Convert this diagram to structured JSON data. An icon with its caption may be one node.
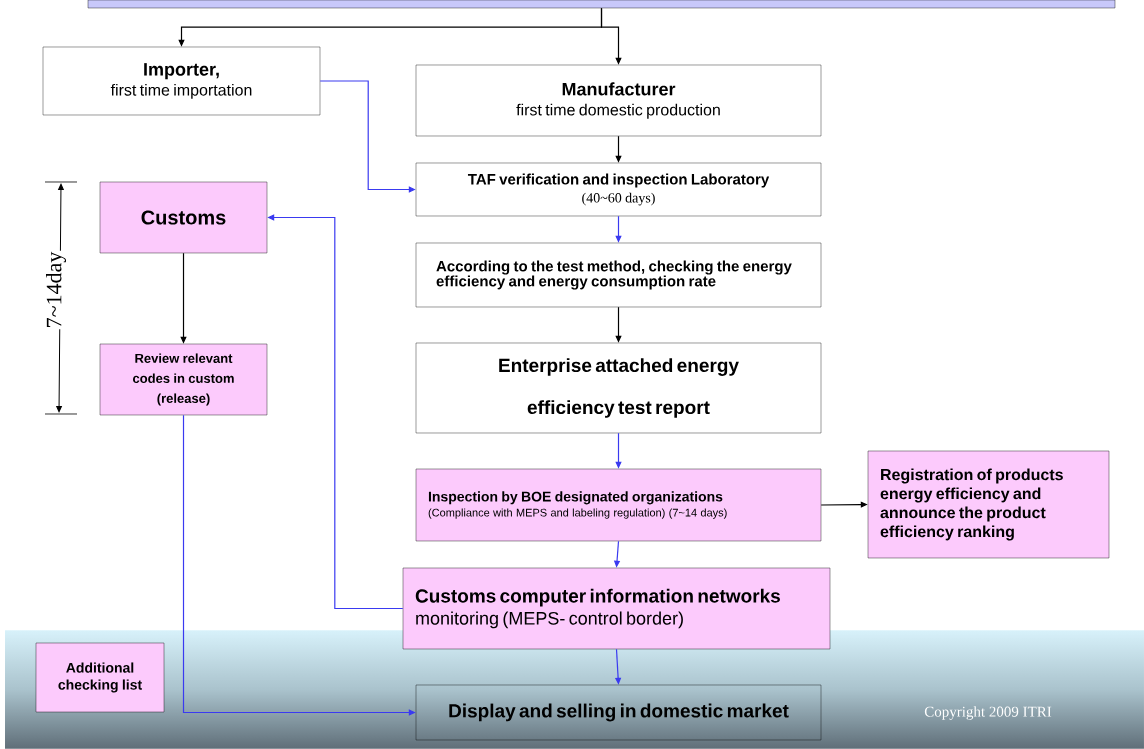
{
  "diagram": {
    "nodes": [
      {
        "text": [],
        "shape": "box"
      },
      {
        "text": [
          "Importer,",
          "first time importation"
        ]
      },
      {
        "text": [
          "Manufacturer",
          "first time domestic production"
        ]
      },
      {
        "text": [
          "TAF verification and inspection Laboratory",
          "(40~60 days)"
        ]
      },
      {
        "text": [
          "According to the test method, checking the energy efficiency and energy consumption rate"
        ]
      },
      {
        "text": [
          "Enterprise attached energy efficiency test report"
        ]
      },
      {
        "text": [
          "Customs"
        ]
      },
      {
        "text": [
          "Review relevant codes in custom (release)"
        ]
      },
      {
        "text": [
          "Inspection by BOE designated organizations",
          "(Compliance with MEPS and labeling regulation) (7~14 days)"
        ]
      },
      {
        "text": [
          "Registration of products energy efficiency and announce the product efficiency ranking"
        ]
      },
      {
        "text": [
          "Customs computer information networks",
          "monitoring (MEPS- control border)"
        ]
      },
      {
        "text": [
          "Additional checking list"
        ]
      },
      {
        "text": [
          "Display and selling in domestic market"
        ]
      }
    ],
    "edges": [
      {
        "from": 0,
        "to": 1,
        "arrow": "to",
        "color": "#000000"
      },
      {
        "from": 0,
        "to": 2,
        "arrow": "to",
        "color": "#000000"
      },
      {
        "from": 1,
        "to": 3,
        "arrow": "to",
        "color": "#3a3af0"
      },
      {
        "from": 2,
        "to": 3,
        "arrow": "to",
        "color": "#000000"
      },
      {
        "from": 3,
        "to": 4,
        "arrow": "to",
        "color": "#3a3af0"
      },
      {
        "from": 4,
        "to": 5,
        "arrow": "to",
        "color": "#000000"
      },
      {
        "from": 5,
        "to": 8,
        "arrow": "to",
        "color": "#3a3af0"
      },
      {
        "from": 8,
        "to": 9,
        "arrow": "to",
        "color": "#000000"
      },
      {
        "from": 8,
        "to": 10,
        "arrow": "to",
        "color": "#3a3af0"
      },
      {
        "from": 10,
        "to": 6,
        "arrow": "to",
        "color": "#3a3af0"
      },
      {
        "from": 10,
        "to": 12,
        "arrow": "to",
        "color": "#3a3af0"
      },
      {
        "from": 6,
        "to": 7,
        "arrow": "to",
        "color": "#000000"
      },
      {
        "from": 7,
        "to": 12,
        "arrow": "to",
        "color": "#3a3af0"
      }
    ],
    "labels": [
      "7~14day",
      "Copyright 2009 ITRI"
    ]
  }
}
